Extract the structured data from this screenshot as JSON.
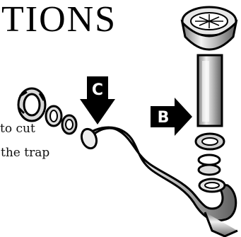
{
  "heading": "TIONS",
  "captions": [
    "to cut",
    "the trap"
  ],
  "labels": {
    "c": "C",
    "b": "B"
  },
  "colors": {
    "ink": "#000000",
    "paper": "#ffffff",
    "metal": "#cfcfcf"
  }
}
